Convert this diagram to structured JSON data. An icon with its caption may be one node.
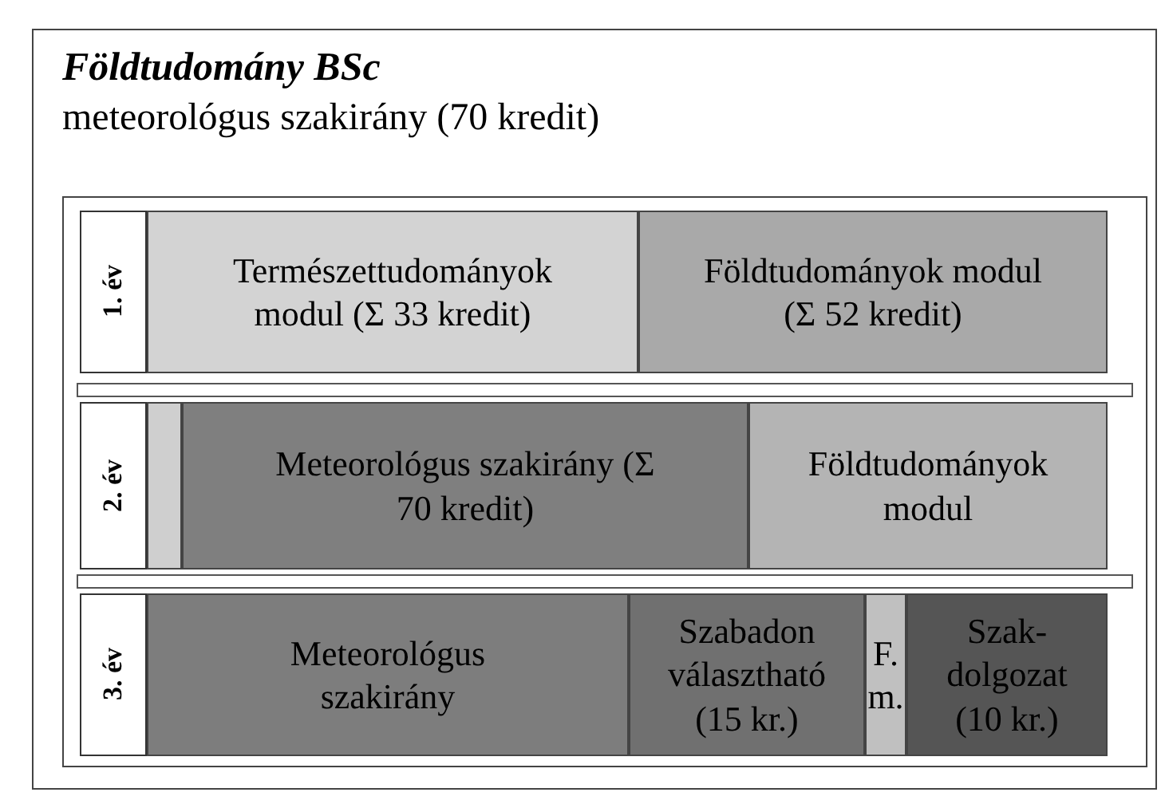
{
  "diagram": {
    "nodes": [
      {
        "text": [
          "Földtudomány BSc",
          "meteorológus szakirány (70 kredit)"
        ]
      },
      {
        "text": [],
        "shape": "box",
        "in": 0
      },
      {
        "text": [
          "1. év"
        ],
        "in": 1
      },
      {
        "text": [
          "Természettudományok modul (Σ 33 kredit)"
        ],
        "in": 1
      },
      {
        "text": [
          "Földtudományok modul (Σ 52 kredit)"
        ],
        "in": 1
      },
      {
        "text": [
          "2. év"
        ],
        "in": 1
      },
      {
        "text": [],
        "shape": "bar",
        "in": 1
      },
      {
        "text": [
          "Meteorológus szakirány (Σ 70 kredit)"
        ],
        "in": 1
      },
      {
        "text": [
          "Földtudományok modul"
        ],
        "in": 1
      },
      {
        "text": [
          "3. év"
        ],
        "in": 1
      },
      {
        "text": [
          "Meteorológus szakirány"
        ],
        "in": 1
      },
      {
        "text": [
          "Szabadon választható (15 kr.)"
        ],
        "in": 1
      },
      {
        "text": [
          "F. m."
        ],
        "in": 1
      },
      {
        "text": [
          "Szak- dolgozat (10 kr.)"
        ],
        "in": 1
      }
    ]
  }
}
